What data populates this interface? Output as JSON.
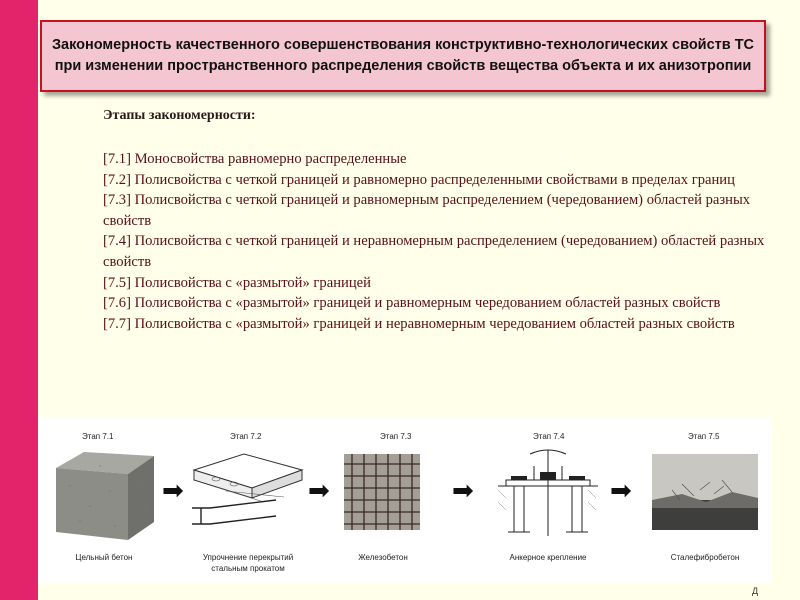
{
  "title": "Закономерность качественного совершенствования конструктивно-технологических свойств ТС при изменении пространственного распределения свойств вещества объекта и их анизотропии",
  "stages_heading": "Этапы закономерности:",
  "stages": [
    "[7.1] Моносвойства равномерно распределенные",
    "[7.2] Полисвойства с четкой границей и равномерно распределенными свойствами в пределах границ",
    "[7.3] Полисвойства с четкой границей и равномерным распределением (чередованием) областей разных свойств",
    "[7.4] Полисвойства с четкой границей и неравномерным распределением (чередованием) областей разных свойств",
    "[7.5] Полисвойства с «размытой» границей",
    "[7.6] Полисвойства с «размытой» границей и равномерным чередованием областей разных свойств",
    "[7.7] Полисвойства с «размытой» границей и неравномерным чередованием областей разных свойств"
  ],
  "figure": {
    "stage_labels": [
      "Этап 7.1",
      "Этап 7.2",
      "Этап 7.3",
      "Этап 7.4",
      "Этап 7.5"
    ],
    "captions": [
      "Цельный бетон",
      "Упрочнение перекрытий стальным прокатом",
      "Железобетон",
      "Анкерное крепление",
      "Сталефибробетон"
    ],
    "arrow_glyph": "➡"
  },
  "corner_mark": "Д",
  "colors": {
    "left_bar": "#e3246a",
    "title_border": "#c8101e",
    "title_fill": "#f4c6d2",
    "background": "#ffffea",
    "list_text": "#5a0f1a"
  }
}
